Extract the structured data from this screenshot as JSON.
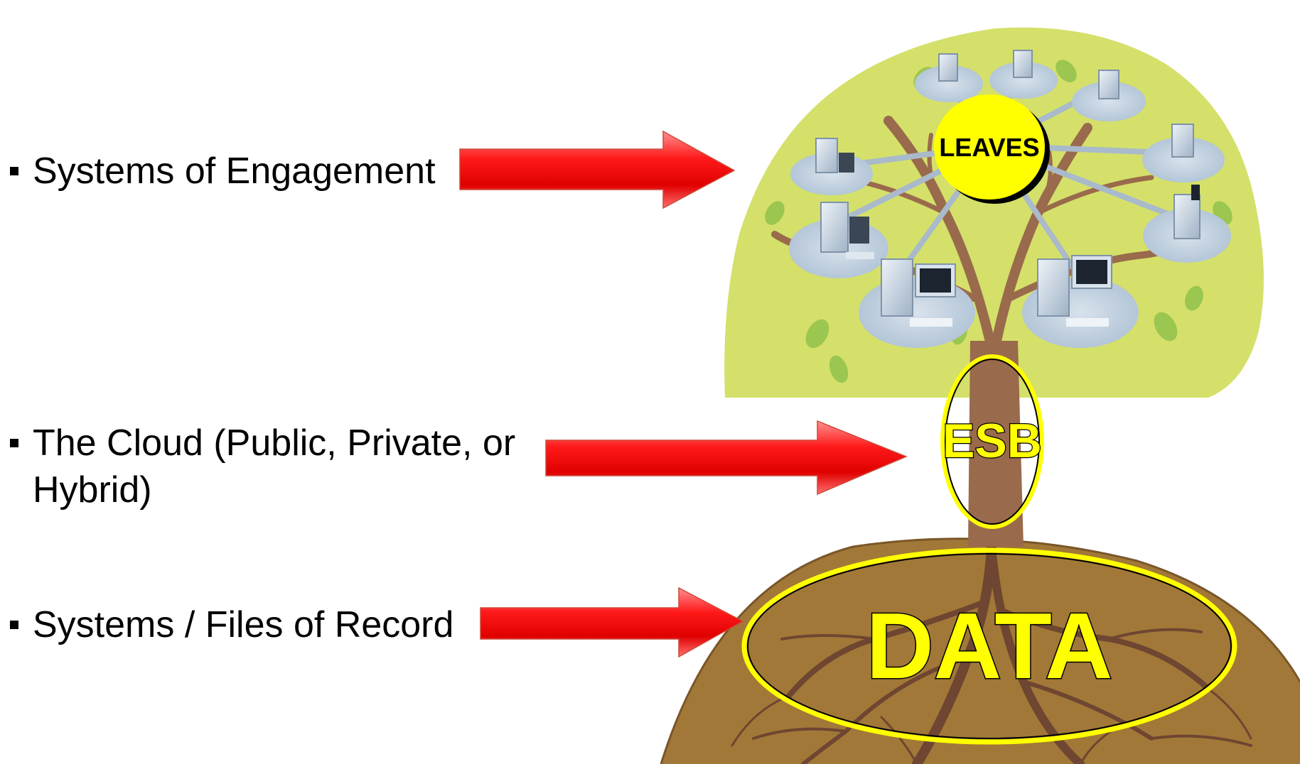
{
  "bullets": [
    {
      "text": "Systems of Engagement"
    },
    {
      "text": "The Cloud (Public, Private, or Hybrid)"
    },
    {
      "text": "Systems / Files of Record"
    }
  ],
  "diagram": {
    "leaves_label": "LEAVES",
    "esb_label": "ESB",
    "data_label": "DATA"
  },
  "colors": {
    "canopy": "#d4e06a",
    "trunk": "#9a6a4c",
    "ground": "#a27838",
    "highlight": "#ffff00",
    "arrow": "#ff1010"
  },
  "icons": [
    "computer-icon",
    "arrow-right-icon"
  ]
}
